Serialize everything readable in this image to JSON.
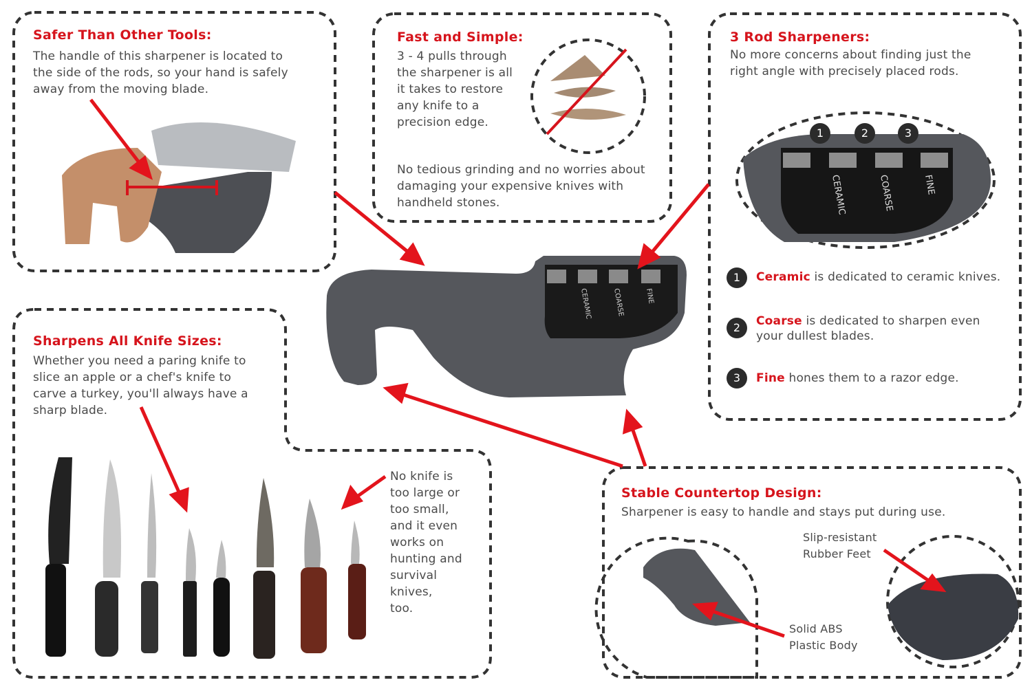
{
  "safer": {
    "title": "Safer Than Other Tools:",
    "lines": [
      "The handle of this sharpener is located to",
      "the side of the rods, so your hand is safely",
      "away from the moving blade."
    ]
  },
  "fast": {
    "title": "Fast and Simple:",
    "lines": [
      "3 - 4 pulls through",
      "the sharpener is all",
      "it takes to restore",
      "any knife to a",
      "precision edge."
    ],
    "lines2": [
      "No tedious grinding and no worries about",
      "damaging your expensive knives with",
      "handheld stones."
    ]
  },
  "rods": {
    "title": "3 Rod Sharpeners:",
    "lines": [
      "No more concerns about finding just the",
      "right angle with precisely placed rods."
    ],
    "slot_labels": [
      "CERAMIC",
      "COARSE",
      "FINE"
    ],
    "slot_numbers": [
      "1",
      "2",
      "3"
    ],
    "items": [
      {
        "num": "1",
        "name": "Ceramic",
        "line1": " is dedicated to ceramic knives.",
        "line2": ""
      },
      {
        "num": "2",
        "name": "Coarse",
        "line1": " is dedicated to sharpen even",
        "line2": "your dullest blades."
      },
      {
        "num": "3",
        "name": "Fine",
        "line1": " hones them to a razor edge.",
        "line2": ""
      }
    ]
  },
  "sizes": {
    "title": "Sharpens All Knife Sizes:",
    "lines": [
      "Whether you need a paring knife to",
      "slice an apple or a chef's knife to",
      "carve a turkey, you'll always have a",
      "sharp blade."
    ],
    "side_lines": [
      "No knife is",
      "too large or",
      "too small,",
      "and it even",
      "works on",
      "hunting and",
      "survival",
      "knives,",
      "too."
    ]
  },
  "stable": {
    "title": "Stable Countertop Design:",
    "lines": [
      "Sharpener is easy to handle and stays put during use."
    ],
    "feet_label": [
      "Slip-resistant",
      "Rubber Feet"
    ],
    "body_label": [
      "Solid ABS",
      "Plastic Body"
    ]
  },
  "center": {
    "slot_labels": [
      "CERAMIC",
      "COARSE",
      "FINE"
    ]
  },
  "colors": {
    "accent": "#d6141c",
    "text": "#4a4a4a",
    "body": "#4b4d52"
  }
}
